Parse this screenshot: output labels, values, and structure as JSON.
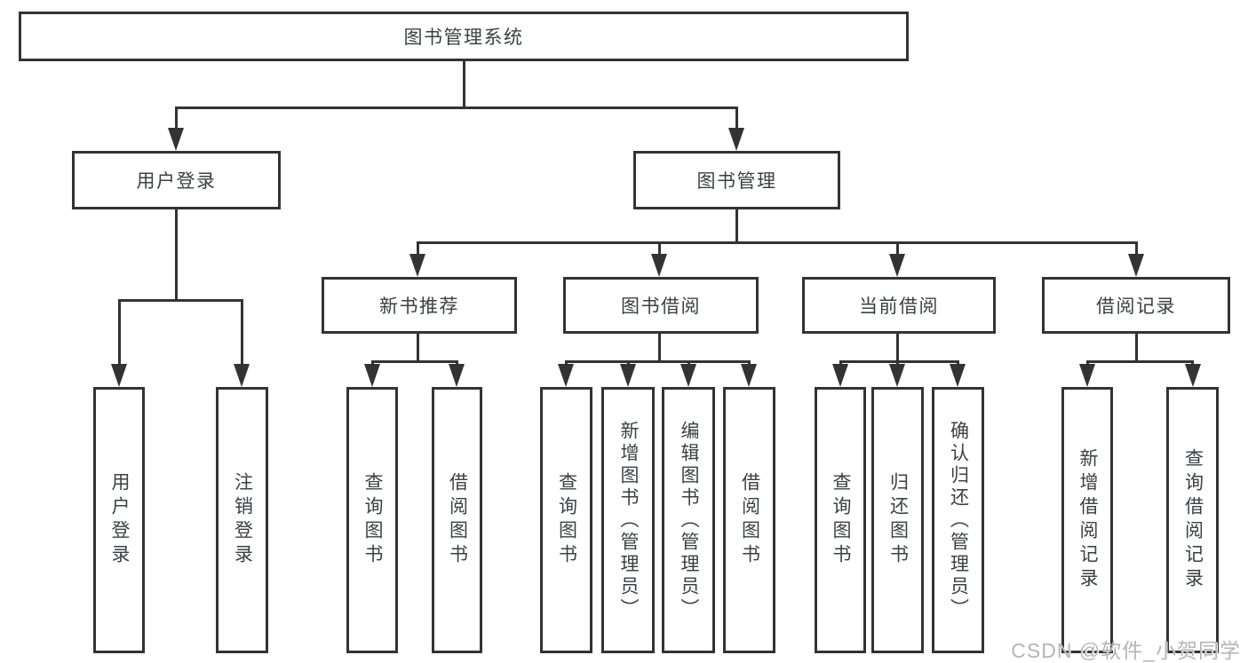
{
  "diagram": {
    "nodes": {
      "root": "图书管理系统",
      "user_login": "用户登录",
      "book_management": "图书管理",
      "new_book_recommend": "新书推荐",
      "book_borrow": "图书借阅",
      "current_borrow": "当前借阅",
      "borrow_records": "借阅记录",
      "leaf_user_login": "用户登录",
      "leaf_logout": "注销登录",
      "leaf_nb_query_books": "查询图书",
      "leaf_nb_borrow_books": "借阅图书",
      "leaf_bb_query_books": "查询图书",
      "leaf_bb_add_books_admin": "新增图书（管理员）",
      "leaf_bb_edit_books_admin": "编辑图书（管理员）",
      "leaf_bb_borrow_books": "借阅图书",
      "leaf_cb_query_books": "查询图书",
      "leaf_cb_return_books": "归还图书",
      "leaf_cb_confirm_return_admin": "确认归还（管理员）",
      "leaf_br_add_record": "新增借阅记录",
      "leaf_br_query_record": "查询借阅记录"
    }
  },
  "watermark": "CSDN @软件_小贺同学",
  "colors": {
    "line": "#333333",
    "text": "#3d4043",
    "watermark": "#b5b5b5"
  }
}
